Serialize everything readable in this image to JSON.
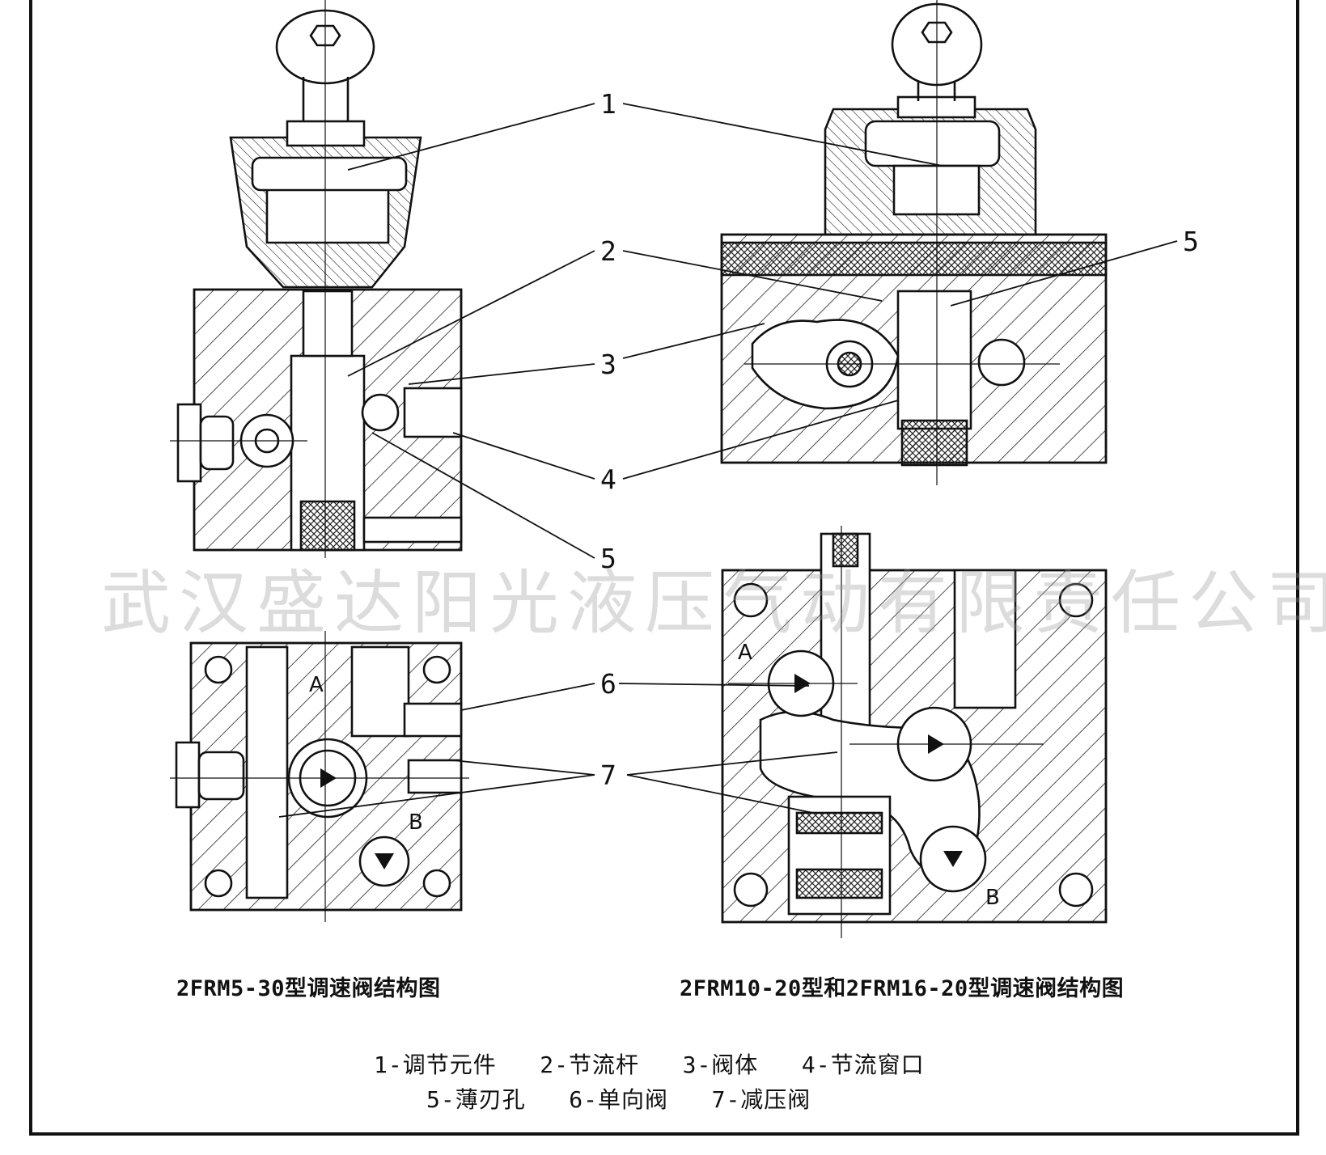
{
  "callouts": [
    "1",
    "2",
    "3",
    "4",
    "5",
    "1",
    "5",
    "3",
    "4",
    "2",
    "6",
    "7"
  ],
  "port_labels": [
    "A",
    "B",
    "A",
    "B"
  ],
  "captions": {
    "left": "2FRM5-30型调速阀结构图",
    "right": "2FRM10-20型和2FRM16-20型调速阀结构图"
  },
  "legend": {
    "line1": [
      "1-调节元件",
      "2-节流杆",
      "3-阀体",
      "4-节流窗口"
    ],
    "line2": [
      "5-薄刃孔",
      "6-单向阀",
      "7-减压阀"
    ]
  },
  "watermark": "武汉盛达阳光液压气动有限责任公司",
  "colors": {
    "ink": "#111111",
    "paper": "#ffffff",
    "watermark": "#969696"
  }
}
